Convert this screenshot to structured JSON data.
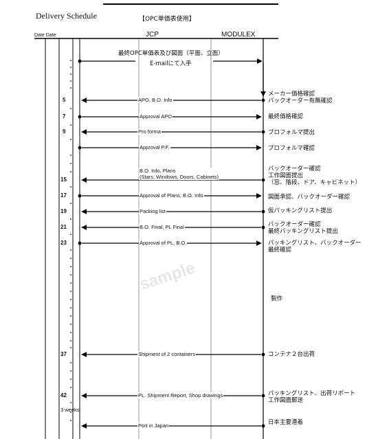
{
  "header": {
    "title": "Delivery Schedule",
    "subtitle": "【OPC単価表使用】",
    "date_label": "Date Date",
    "col_jcp": "JCP",
    "col_modulex": "MODULEX"
  },
  "top_notes": {
    "line1": "最終OPC単価表及び図面（平面、立面）",
    "line2": "E-mailにて入手"
  },
  "watermark": "sample",
  "three_weeks": "3 weeks",
  "rows": [
    {
      "day": "5",
      "label": "APO, B.O. Info",
      "note": "メーカー価格確認\nバックオーダー有無確認"
    },
    {
      "day": "7",
      "label": "Approval APO",
      "note": "最終価格確認"
    },
    {
      "day": "9",
      "label": "Pro forma",
      "note": "プロフォルマ提出"
    },
    {
      "day": "",
      "label": "Approval P.F.",
      "note": "プロフォルマ確認"
    },
    {
      "day": "15",
      "label": "B.O. Info, Plans\n(Stars, Windows, Doors, Cabinets)",
      "note": "バックオーダー確認\n工作図面提出\n（窓、階段、ドア、キャビネット）"
    },
    {
      "day": "17",
      "label": "Approval of Plans, B.O. Info",
      "note": "図面承認、バックオーダー確認"
    },
    {
      "day": "19",
      "label": "Packing list",
      "note": "仮パッキングリスト提出"
    },
    {
      "day": "21",
      "label": "B.O. Final, PL Final",
      "note": "バックオーダー確認\n最終パッキングリスト提出"
    },
    {
      "day": "23",
      "label": "Approval of PL, B.O.",
      "note": "パッキングリスト、バックオーダー\n最終確認"
    },
    {
      "day": "",
      "label": "",
      "note": "製作"
    },
    {
      "day": "37",
      "label": "Shipment of 2 containers",
      "note": "コンテナ２台出荷"
    },
    {
      "day": "42",
      "label": "PL. Shipment Report, Shop drawings",
      "note": "パッキングリスト、出荷リポート\n工作図面郵送"
    },
    {
      "day": "",
      "label": "Port in Japan",
      "note": "日本主要港着"
    }
  ]
}
